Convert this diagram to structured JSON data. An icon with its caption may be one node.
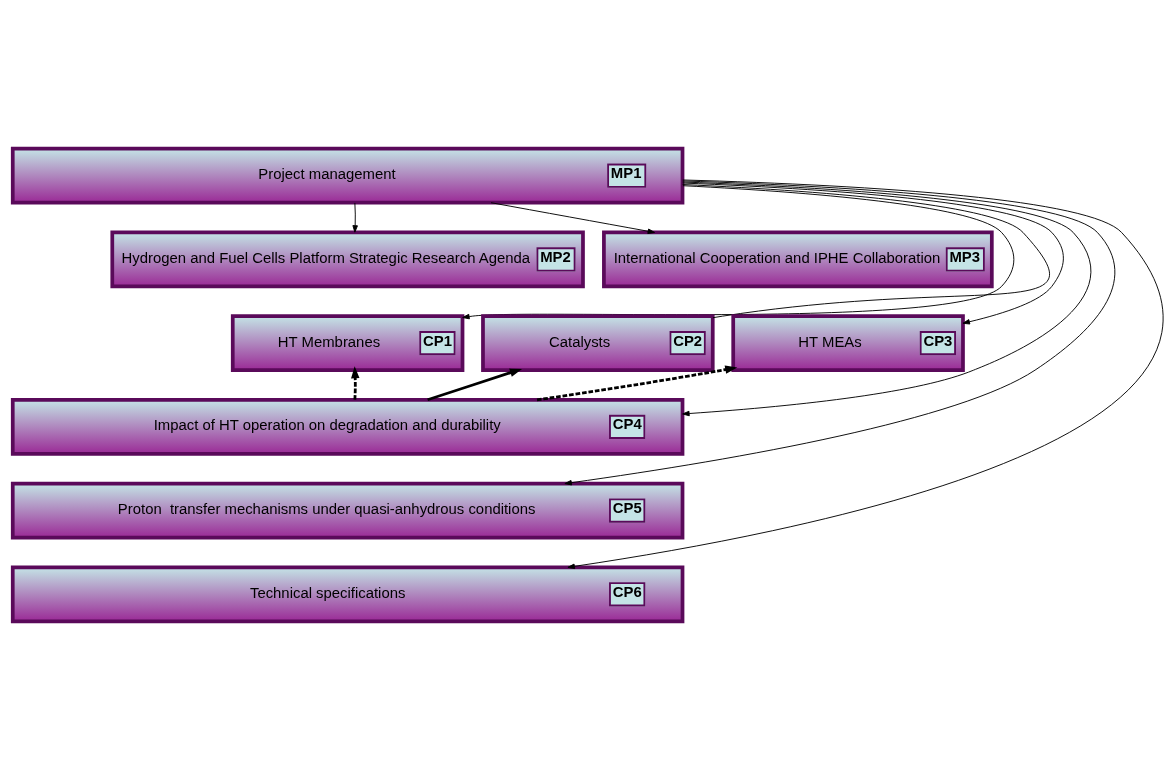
{
  "diagram": {
    "nodes": [
      {
        "text": [
          "Project management",
          "MP1"
        ]
      },
      {
        "text": [
          "Hydrogen and Fuel Cells Platform Strategic Research Agenda",
          "MP2"
        ]
      },
      {
        "text": [
          "International Cooperation and IPHE Collaboration",
          "MP3"
        ]
      },
      {
        "text": [
          "HT Membranes",
          "CP1"
        ]
      },
      {
        "text": [
          "Catalysts",
          "CP2"
        ]
      },
      {
        "text": [
          "HT MEAs",
          "CP3"
        ]
      },
      {
        "text": [
          "Impact of HT operation on degradation and durability",
          "CP4"
        ]
      },
      {
        "text": [
          "Proton  transfer mechanisms under quasi-anhydrous conditions",
          "CP5"
        ]
      },
      {
        "text": [
          "Technical specifications",
          "CP6"
        ]
      }
    ],
    "edges": [
      {
        "from": 0,
        "to": 1,
        "arrow": "to"
      },
      {
        "from": 0,
        "to": 3,
        "arrow": "to"
      },
      {
        "from": 0,
        "to": 6,
        "arrow": "to"
      },
      {
        "from": 0,
        "to": 7,
        "arrow": "to"
      },
      {
        "from": 0,
        "to": 8,
        "arrow": "to"
      },
      {
        "from": 0,
        "to": 2,
        "arrow": "to"
      },
      {
        "from": 0,
        "to": 5,
        "arrow": "to"
      },
      {
        "from": 0,
        "to": 4,
        "arrow": "none"
      },
      {
        "from": 6,
        "to": 3,
        "arrow": "to",
        "style": "dashed"
      },
      {
        "from": 6,
        "to": 4,
        "arrow": "to",
        "style": "thick"
      },
      {
        "from": 6,
        "to": 5,
        "arrow": "to",
        "style": "dashed"
      }
    ]
  }
}
